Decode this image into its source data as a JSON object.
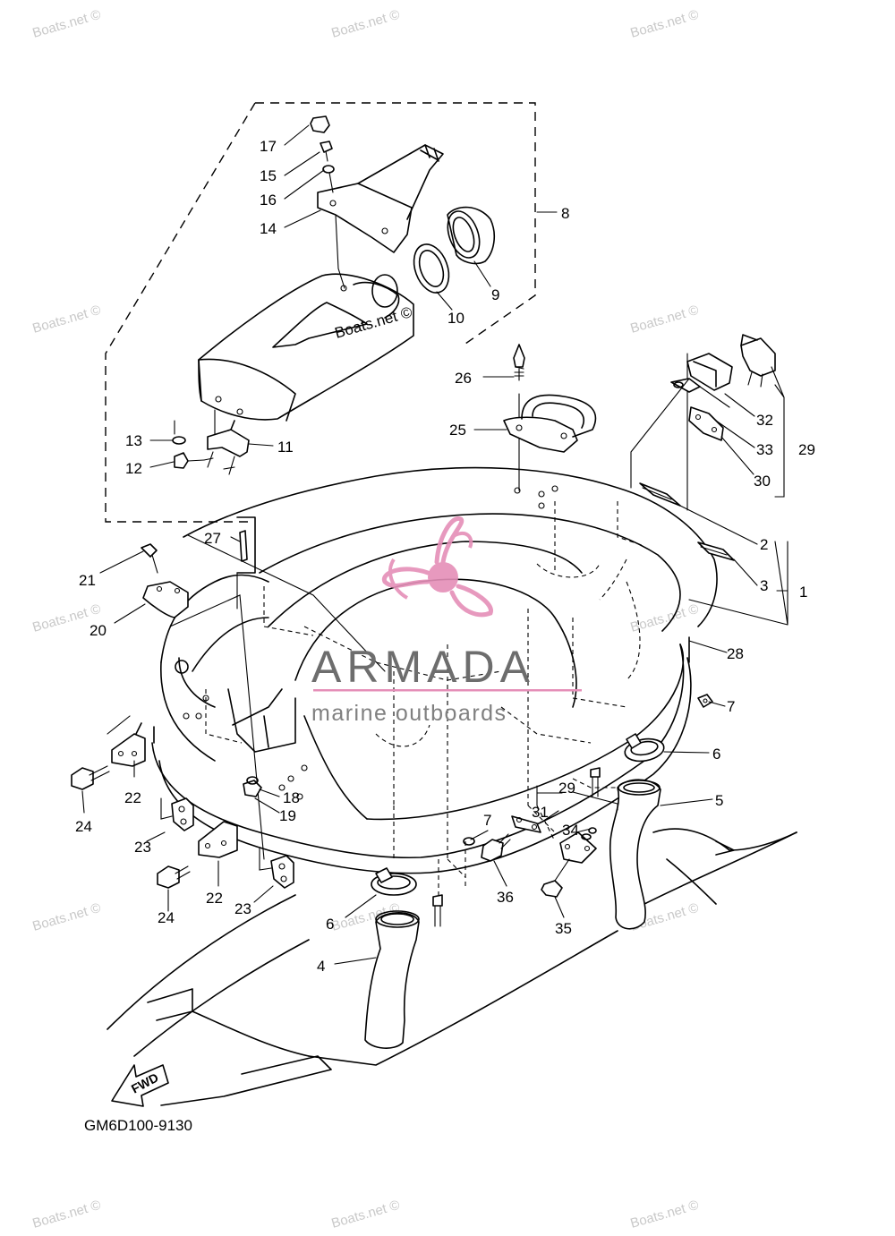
{
  "watermark": {
    "text": "Boats.net ©",
    "inline_text": "Boats.net ©"
  },
  "brand": {
    "name": "ARMADA",
    "tagline": "marine outboards",
    "logo_color": "#e58fb8"
  },
  "diagram_code": "GM6D100-9130",
  "fwd_label": "FWD",
  "callouts": {
    "c1": "1",
    "c2": "2",
    "c3": "3",
    "c4": "4",
    "c5": "5",
    "c6a": "6",
    "c6b": "6",
    "c7a": "7",
    "c7b": "7",
    "c8": "8",
    "c9": "9",
    "c10": "10",
    "c11": "11",
    "c12": "12",
    "c13": "13",
    "c14": "14",
    "c15": "15",
    "c16": "16",
    "c17": "17",
    "c18": "18",
    "c19": "19",
    "c20": "20",
    "c21": "21",
    "c22a": "22",
    "c22b": "22",
    "c23a": "23",
    "c23b": "23",
    "c24a": "24",
    "c24b": "24",
    "c25": "25",
    "c26": "26",
    "c27": "27",
    "c28": "28",
    "c29a": "29",
    "c29b": "29",
    "c30": "30",
    "c31": "31",
    "c32": "32",
    "c33": "33",
    "c34": "34",
    "c35": "35",
    "c36": "36"
  }
}
